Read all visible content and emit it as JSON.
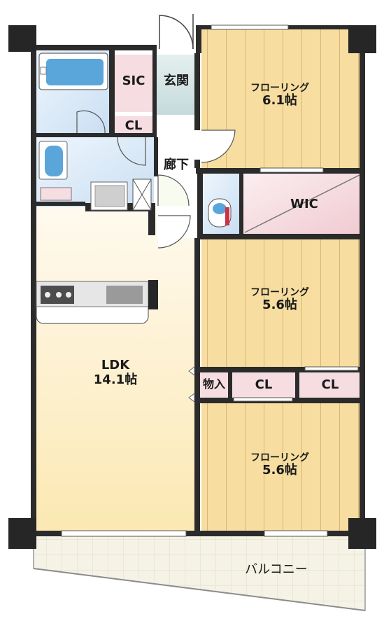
{
  "rooms": {
    "sic": "SIC",
    "genkan": "玄関",
    "cl_entry": "CL",
    "rouka": "廊下",
    "wic": "WIC",
    "monoire": "物入",
    "cl_mid_left": "CL",
    "cl_mid_right": "CL",
    "flooring_top": {
      "name": "フローリング",
      "size": "6.1帖"
    },
    "flooring_mid": {
      "name": "フローリング",
      "size": "5.6帖"
    },
    "flooring_bottom": {
      "name": "フローリング",
      "size": "5.6帖"
    },
    "ldk": {
      "name": "LDK",
      "size": "14.1帖"
    },
    "balcony": "バルコニー"
  },
  "colors": {
    "wall": "#2b2b2b",
    "flooring": "#f7dea0",
    "ldk": "#fdf0c8",
    "wet_area": "#dcebf8",
    "entry": "#d4e3e6",
    "closet_pink": "#f6dde2",
    "balcony": "#f3f0e6"
  }
}
